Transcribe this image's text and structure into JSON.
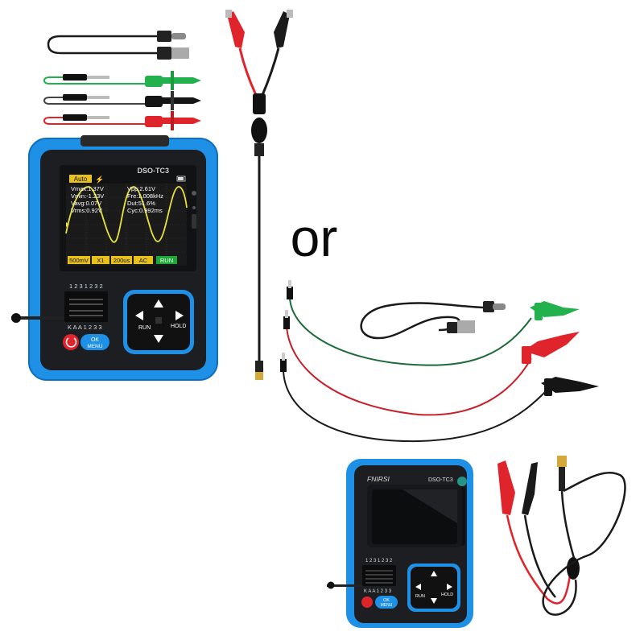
{
  "separator": "or",
  "device_top": {
    "model": "DSO-TC3",
    "screen": {
      "mode": "Auto",
      "trigger_glyph": "⚡",
      "readings": {
        "vmax": "Vmax:1.37V",
        "vmin": "Vmin:-1.23V",
        "vavg": "Vavg:0.07V",
        "vrms": "Vrms:0.92V",
        "vpp": "Vpp:2.61V",
        "fre": "Fre:1.008kHz",
        "dut": "Dut:51.6%",
        "cyc": "Cyc:0.992ms"
      },
      "bottom_bar": [
        "500mV",
        "X1",
        "200us",
        "AC",
        "RUN"
      ]
    },
    "socket_top_label": "1 2 3 1 2 3 2",
    "socket_bottom_label": "K A A 1 2 3 3",
    "ok_label": "OK",
    "menu_label": "MENU",
    "run_label": "RUN",
    "hold_label": "HOLD",
    "accent": "#1e90e6",
    "wave_color": "#e8e23a",
    "run_color": "#1fa83a"
  },
  "device_bottom": {
    "brand": "FNIRSI",
    "model": "DSO-TC3",
    "socket_top_label": "1 2 3 1 2 3 2",
    "socket_bottom_label": "K A A 1 2 3 3",
    "ok_label": "OK",
    "menu_label": "MENU",
    "run_label": "RUN",
    "hold_label": "HOLD"
  },
  "clip_colors": {
    "green": "#22b14c",
    "red": "#e0242c",
    "black": "#1a1a1a"
  }
}
